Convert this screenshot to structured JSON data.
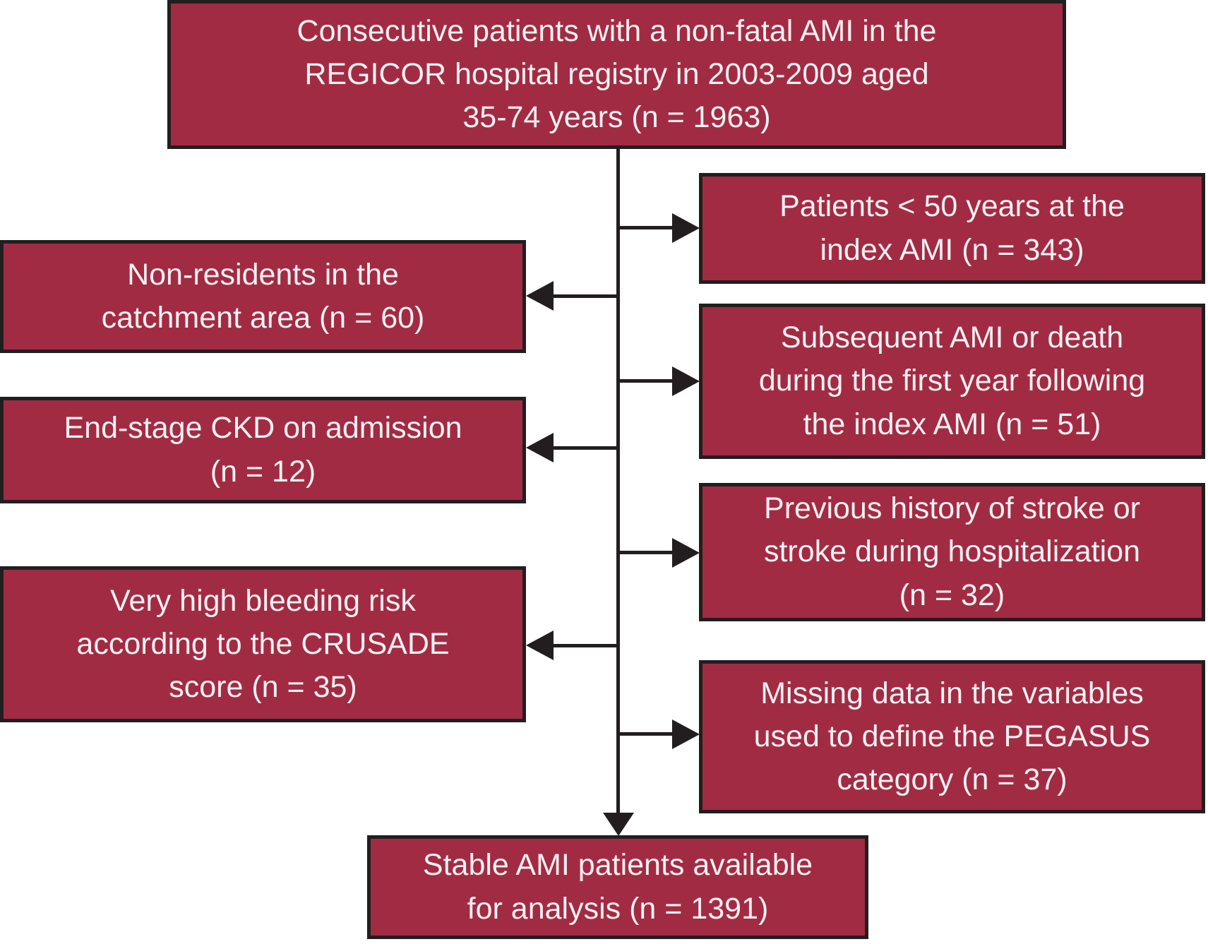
{
  "flowchart": {
    "colors": {
      "box_fill": "#A22B44",
      "box_border": "#221E1F",
      "text": "#F6F1F2",
      "arrow": "#221E1F",
      "background": "#FFFFFF"
    },
    "top_box": {
      "lines": [
        "Consecutive patients with a non-fatal AMI in the",
        "REGICOR hospital registry in 2003-2009 aged",
        "35-74 years (n = 1963)"
      ],
      "n": 1963
    },
    "right_exclusions": [
      {
        "lines": [
          "Patients < 50 years at the",
          "index AMI (n = 343)"
        ],
        "n": 343
      },
      {
        "lines": [
          "Subsequent AMI or death",
          "during the first year following",
          "the index AMI (n = 51)"
        ],
        "n": 51
      },
      {
        "lines": [
          "Previous history of stroke or",
          "stroke during hospitalization",
          "(n = 32)"
        ],
        "n": 32
      },
      {
        "lines": [
          "Missing data in the variables",
          "used to define the PEGASUS",
          "category (n = 37)"
        ],
        "n": 37
      }
    ],
    "left_exclusions": [
      {
        "lines": [
          "Non-residents in the",
          "catchment area (n = 60)"
        ],
        "n": 60
      },
      {
        "lines": [
          "End-stage CKD on admission",
          "(n = 12)"
        ],
        "n": 12
      },
      {
        "lines": [
          "Very high bleeding risk",
          "according to the CRUSADE",
          "score (n = 35)"
        ],
        "n": 35
      }
    ],
    "bottom_box": {
      "lines": [
        "Stable AMI patients available",
        "for analysis (n = 1391)"
      ],
      "n": 1391
    }
  }
}
